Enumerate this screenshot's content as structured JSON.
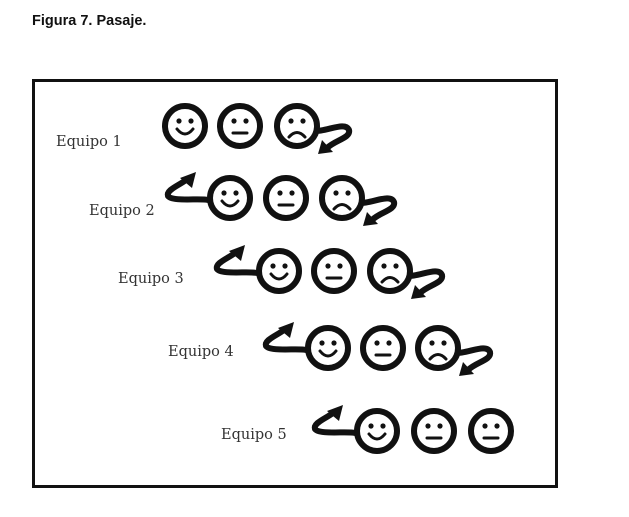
{
  "caption": "Figura 7. Pasaje.",
  "teams": [
    {
      "label": "Equipo 1",
      "faces": [
        "smile",
        "neutral",
        "sad"
      ],
      "arrow_in": false,
      "arrow_out": true
    },
    {
      "label": "Equipo 2",
      "faces": [
        "smile",
        "neutral",
        "sad"
      ],
      "arrow_in": true,
      "arrow_out": true
    },
    {
      "label": "Equipo 3",
      "faces": [
        "smile",
        "neutral",
        "sad"
      ],
      "arrow_in": true,
      "arrow_out": true
    },
    {
      "label": "Equipo 4",
      "faces": [
        "smile",
        "neutral",
        "sad"
      ],
      "arrow_in": true,
      "arrow_out": true
    },
    {
      "label": "Equipo 5",
      "faces": [
        "smile",
        "neutral",
        "neutral"
      ],
      "arrow_in": true,
      "arrow_out": false
    }
  ],
  "colors": {
    "ink": "#111111",
    "label": "#333333"
  }
}
